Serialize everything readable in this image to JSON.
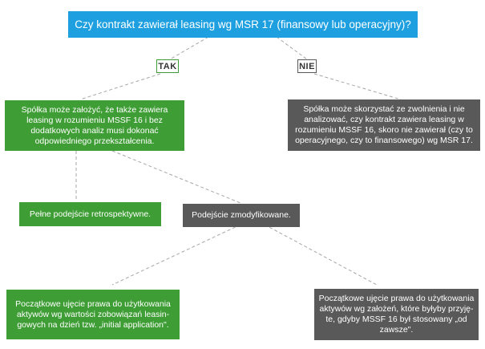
{
  "question": "Czy kontrakt zawierał leasing wg MSR 17 (finansowy lub operacyjny)?",
  "branches": {
    "yes_label": "TAK",
    "no_label": "NIE"
  },
  "yes_box": "Spółka może założyć, że także zawiera\nleasing w rozumieniu MSSF 16 i bez\ndodatkowych analiz musi dokonać\nodpowiedniego przekształcenia.",
  "no_box": "Spółka może skorzystać ze zwolnienia i nie\nanalizować, czy kontrakt zawiera leasing w\nrozumieniu MSSF 16, skoro nie zawierał (czy to\noperacyjnego, czy to finansowego) wg MSR 17.",
  "full_retro_box": "Pełne podejście retrospektywne.",
  "modified_box": "Podejście zmodyfikowane.",
  "option_a_box": "Początkowe ujęcie prawa do użytkowania\naktywów wg wartości zobowiązań leasin-\ngowych na dzień tzw. „initial application\".",
  "option_b_box": "Początkowe ujęcie prawa do użytkowania\naktywów wg założeń, które byłyby przyję-\nte, gdyby MSSF 16 był stosowany „od\nzawsze\".",
  "colors": {
    "blue": "#1ea0e0",
    "green": "#3e9d35",
    "gray": "#595959",
    "connector": "#a6a6a6"
  }
}
